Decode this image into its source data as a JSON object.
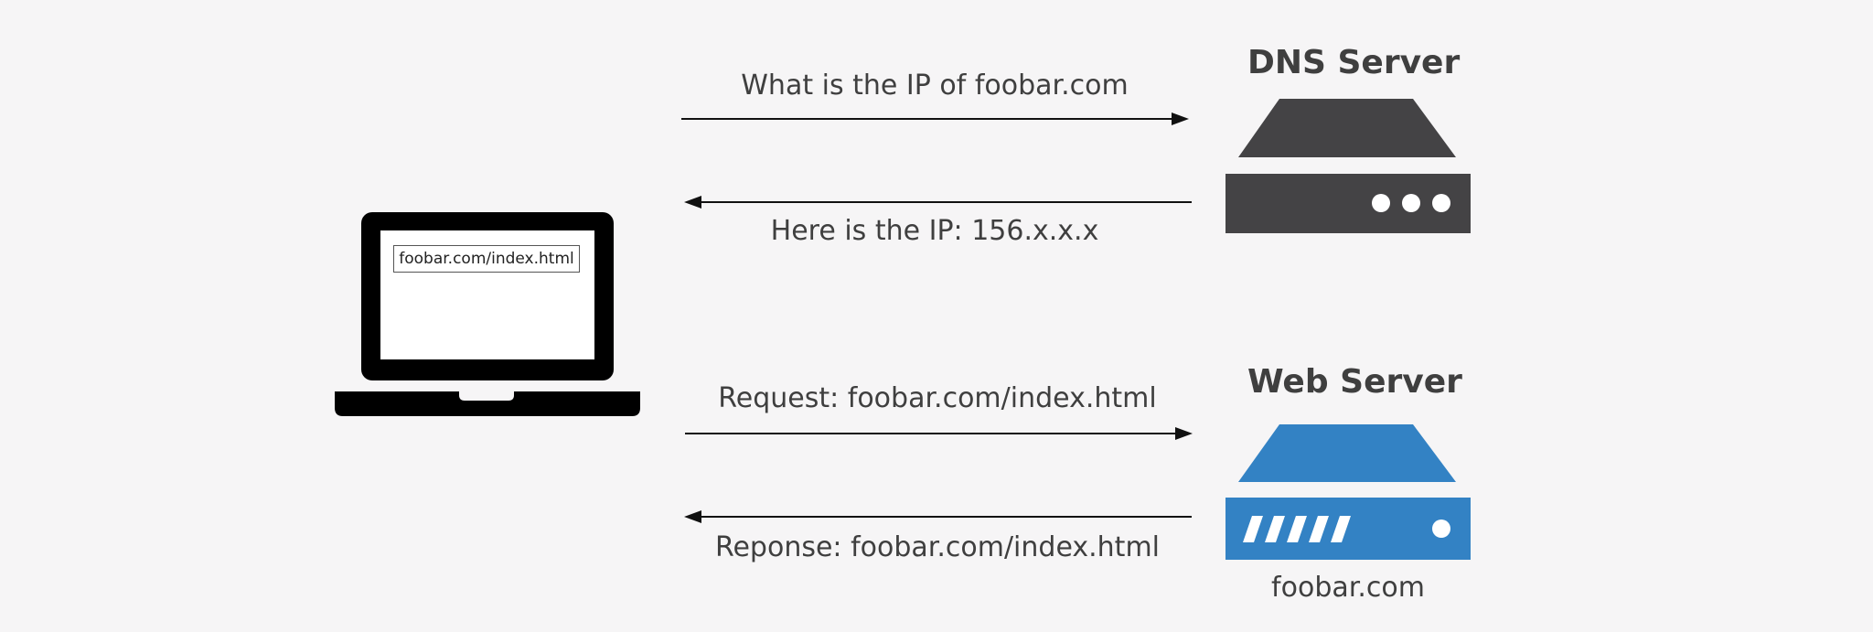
{
  "diagram": {
    "laptop": {
      "url": "foobar.com/index.html"
    },
    "dns_server": {
      "title": "DNS Server",
      "color": "#444345"
    },
    "web_server": {
      "title": "Web Server",
      "caption": "foobar.com",
      "color": "#3382c4"
    },
    "messages": {
      "dns_query": "What is the IP of foobar.com",
      "dns_reply": "Here is the IP: 156.x.x.x",
      "http_request": "Request: foobar.com/index.html",
      "http_response": "Reponse: foobar.com/index.html"
    }
  }
}
